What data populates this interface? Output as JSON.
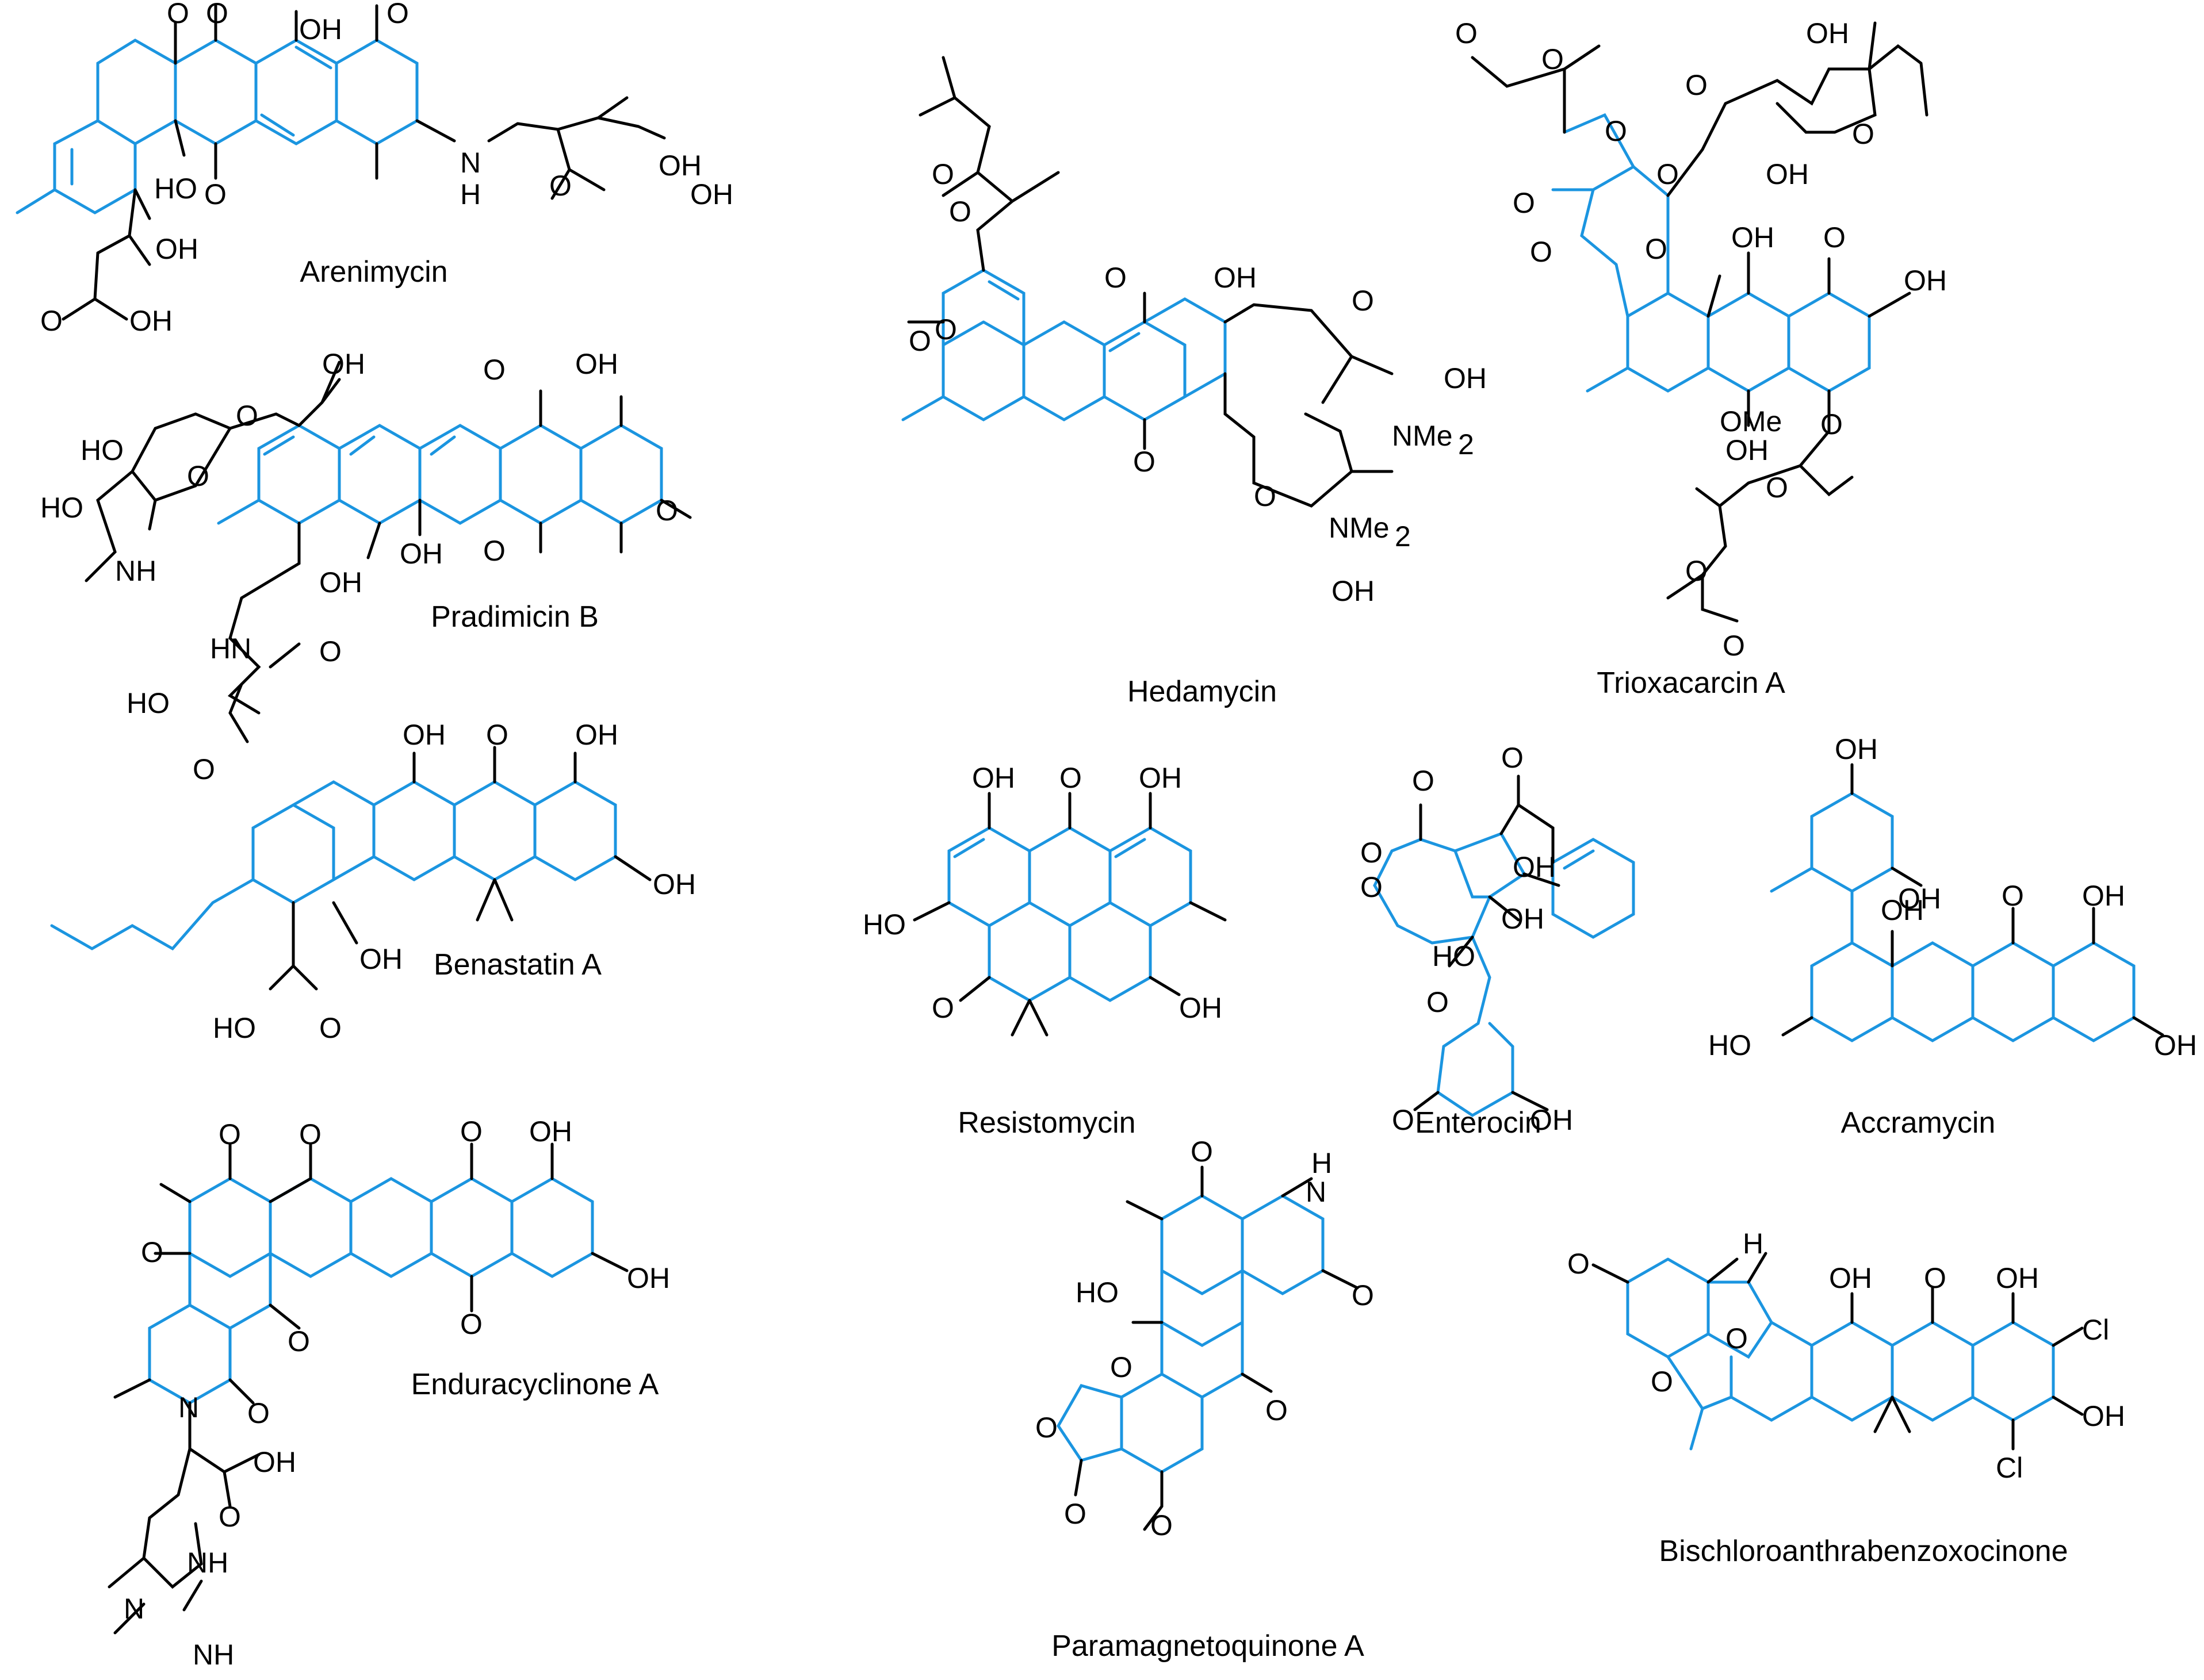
{
  "compounds": [
    {
      "id": "arenimycin",
      "name": "Arenimycin",
      "atoms": [
        "OH",
        "O",
        "O",
        "O",
        "H",
        "N",
        "HO",
        "OH",
        "OH",
        "O",
        "O",
        "OH",
        "O",
        "OH"
      ]
    },
    {
      "id": "pradimicin-b",
      "name": "Pradimicin B",
      "atoms": [
        "OH",
        "O",
        "OH",
        "O",
        "HO",
        "O",
        "O",
        "HO",
        "NH",
        "OH",
        "OH",
        "O",
        "HN",
        "O",
        "HO",
        "O"
      ]
    },
    {
      "id": "benastatin-a",
      "name": "Benastatin A",
      "atoms": [
        "OH",
        "O",
        "OH",
        "OH",
        "OH",
        "HO",
        "O"
      ]
    },
    {
      "id": "enduracyclinone-a",
      "name": "Enduracyclinone A",
      "atoms": [
        "O",
        "O",
        "O",
        "OH",
        "O",
        "OH",
        "O",
        "O",
        "N",
        "O",
        "OH",
        "O",
        "NH",
        "N",
        "NH"
      ]
    },
    {
      "id": "hedamycin",
      "name": "Hedamycin",
      "atoms": [
        "O",
        "O",
        "O",
        "O",
        "O",
        "OH",
        "O",
        "O",
        "OH",
        "NMe",
        "2",
        "O",
        "NMe",
        "2",
        "OH"
      ]
    },
    {
      "id": "trioxacarcin-a",
      "name": "Trioxacarcin A",
      "atoms": [
        "O",
        "O",
        "O",
        "O",
        "OH",
        "O",
        "O",
        "O",
        "O",
        "OH",
        "O",
        "OH",
        "O",
        "OH",
        "OMe",
        "OH",
        "O",
        "O",
        "O",
        "O"
      ]
    },
    {
      "id": "resistomycin",
      "name": "Resistomycin",
      "atoms": [
        "OH",
        "O",
        "OH",
        "HO",
        "O",
        "OH"
      ]
    },
    {
      "id": "enterocin",
      "name": "Enterocin",
      "atoms": [
        "O",
        "O",
        "O",
        "O",
        "OH",
        "OH",
        "HO",
        "O",
        "O",
        "OH"
      ]
    },
    {
      "id": "accramycin",
      "name": "Accramycin",
      "atoms": [
        "OH",
        "OH",
        "OH",
        "O",
        "OH",
        "HO",
        "OH"
      ]
    },
    {
      "id": "paramagnetoquinone-a",
      "name": "Paramagnetoquinone A",
      "atoms": [
        "O",
        "H",
        "N",
        "HO",
        "O",
        "O",
        "O",
        "O",
        "O",
        "O"
      ]
    },
    {
      "id": "bischloroanthrabenzoxocinone",
      "name": "Bischloroanthrabenzoxocinone",
      "atoms": [
        "O",
        "H",
        "OH",
        "O",
        "OH",
        "O",
        "O",
        "Cl",
        "OH",
        "Cl"
      ]
    }
  ],
  "colors": {
    "bond": "#000000",
    "core": "#1b95e0",
    "background": "#ffffff"
  }
}
